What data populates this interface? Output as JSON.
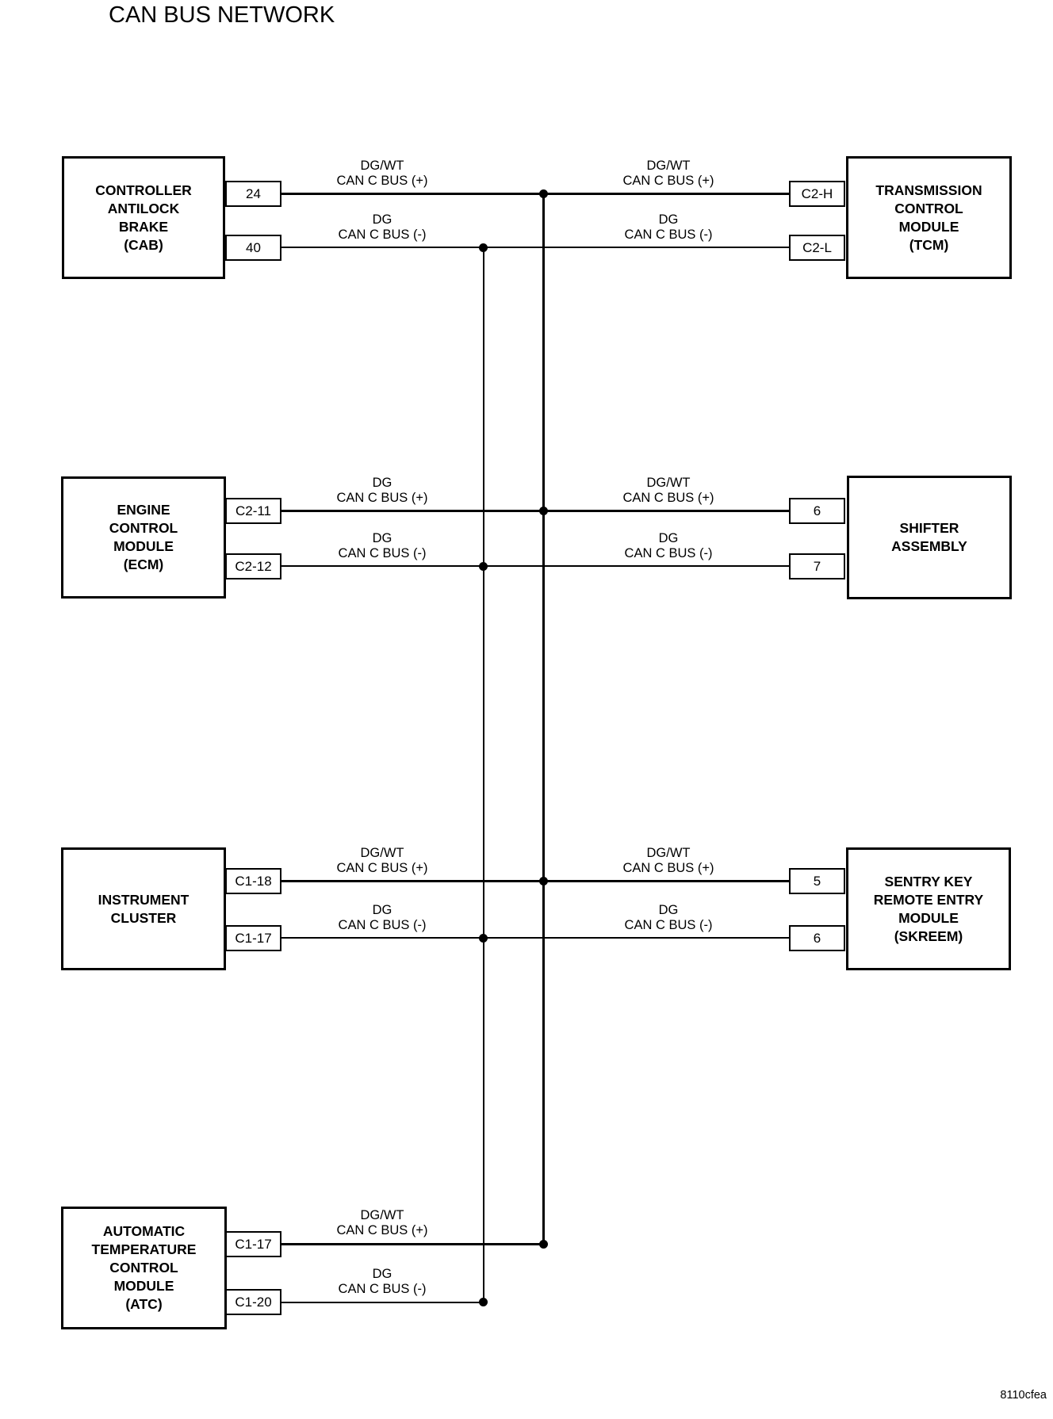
{
  "title": "CAN BUS NETWORK",
  "footer_code": "8110cfea",
  "colors": {
    "ink": "#000000",
    "background": "#ffffff"
  },
  "modules": [
    {
      "id": "cab",
      "label": "CONTROLLER\nANTILOCK\nBRAKE\n(CAB)"
    },
    {
      "id": "tcm",
      "label": "TRANSMISSION\nCONTROL\nMODULE\n(TCM)"
    },
    {
      "id": "ecm",
      "label": "ENGINE\nCONTROL\nMODULE\n(ECM)"
    },
    {
      "id": "shifter",
      "label": "SHIFTER\nASSEMBLY"
    },
    {
      "id": "cluster",
      "label": "INSTRUMENT\nCLUSTER"
    },
    {
      "id": "skreem",
      "label": "SENTRY KEY\nREMOTE ENTRY\nMODULE\n(SKREEM)"
    },
    {
      "id": "atc",
      "label": "AUTOMATIC\nTEMPERATURE\nCONTROL\nMODULE\n(ATC)"
    }
  ],
  "pins": [
    {
      "module": "cab",
      "label": "24"
    },
    {
      "module": "cab",
      "label": "40"
    },
    {
      "module": "tcm",
      "label": "C2-H"
    },
    {
      "module": "tcm",
      "label": "C2-L"
    },
    {
      "module": "ecm",
      "label": "C2-11"
    },
    {
      "module": "ecm",
      "label": "C2-12"
    },
    {
      "module": "shifter",
      "label": "6"
    },
    {
      "module": "shifter",
      "label": "7"
    },
    {
      "module": "cluster",
      "label": "C1-18"
    },
    {
      "module": "cluster",
      "label": "C1-17"
    },
    {
      "module": "skreem",
      "label": "5"
    },
    {
      "module": "skreem",
      "label": "6"
    },
    {
      "module": "atc",
      "label": "C1-17"
    },
    {
      "module": "atc",
      "label": "C1-20"
    }
  ],
  "wire_labels": [
    {
      "id": "row1-left-plus",
      "text": "DG/WT\nCAN C BUS (+)"
    },
    {
      "id": "row1-right-plus",
      "text": "DG/WT\nCAN C BUS (+)"
    },
    {
      "id": "row1-left-minus",
      "text": "DG\nCAN C BUS (-)"
    },
    {
      "id": "row1-right-minus",
      "text": "DG\nCAN C BUS (-)"
    },
    {
      "id": "row2-left-plus",
      "text": "DG\nCAN C BUS (+)"
    },
    {
      "id": "row2-right-plus",
      "text": "DG/WT\nCAN C BUS (+)"
    },
    {
      "id": "row2-left-minus",
      "text": "DG\nCAN C BUS (-)"
    },
    {
      "id": "row2-right-minus",
      "text": "DG\nCAN C BUS (-)"
    },
    {
      "id": "row3-left-plus",
      "text": "DG/WT\nCAN C BUS (+)"
    },
    {
      "id": "row3-right-plus",
      "text": "DG/WT\nCAN C BUS (+)"
    },
    {
      "id": "row3-left-minus",
      "text": "DG\nCAN C BUS (-)"
    },
    {
      "id": "row3-right-minus",
      "text": "DG\nCAN C BUS (-)"
    },
    {
      "id": "row4-left-plus",
      "text": "DG/WT\nCAN C BUS (+)"
    },
    {
      "id": "row4-left-minus",
      "text": "DG\nCAN C BUS (-)"
    }
  ]
}
